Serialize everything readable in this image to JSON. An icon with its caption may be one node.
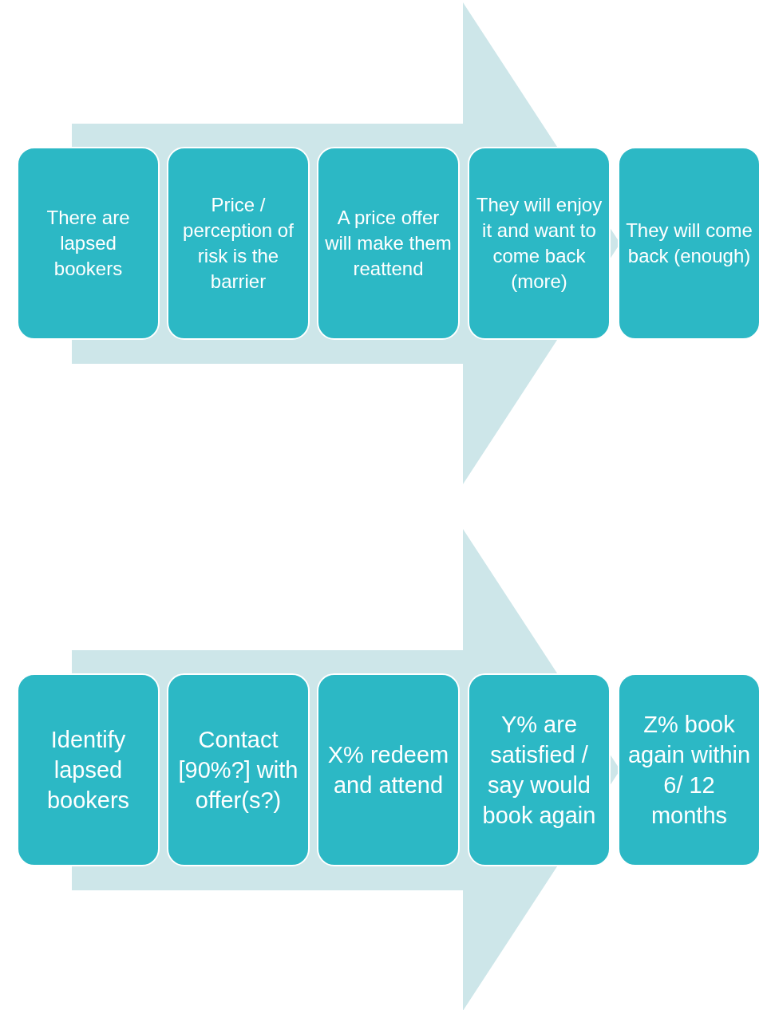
{
  "diagram": {
    "nodes": [
      {
        "text": [
          "There are lapsed bookers"
        ]
      },
      {
        "text": [
          "Price / perception of risk is the barrier"
        ]
      },
      {
        "text": [
          "A price offer will make them reattend"
        ]
      },
      {
        "text": [
          "They will enjoy it and want to come back (more)"
        ]
      },
      {
        "text": [
          "They will come back (enough)"
        ]
      },
      {
        "text": [
          "Identify lapsed bookers"
        ]
      },
      {
        "text": [
          "Contact [90%?] with offer(s?)"
        ]
      },
      {
        "text": [
          "X% redeem and attend"
        ]
      },
      {
        "text": [
          "Y% are satisfied / say would book again"
        ]
      },
      {
        "text": [
          "Z% book again within 6/ 12 months"
        ]
      }
    ],
    "edges": [
      {
        "from": 0,
        "to": 4,
        "arrow": "to"
      },
      {
        "from": 5,
        "to": 9,
        "arrow": "to"
      }
    ]
  }
}
